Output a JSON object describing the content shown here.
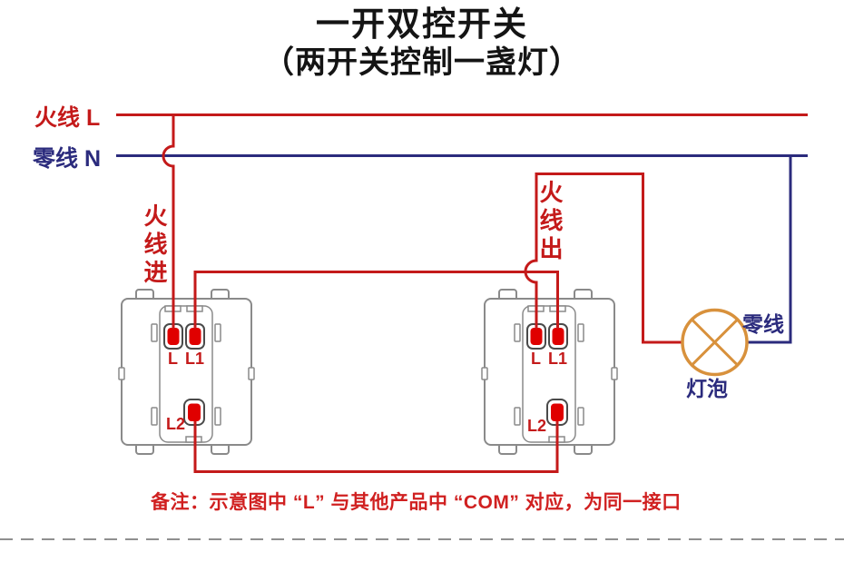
{
  "title": {
    "line1": "一开双控开关",
    "line2": "（两开关控制一盏灯）"
  },
  "bus_labels": {
    "live": "火线 L",
    "neutral": "零线 N"
  },
  "wire_labels": {
    "live_in": "火线进",
    "live_out": "火线出",
    "neutral_at_lamp": "零线",
    "lamp": "灯泡"
  },
  "switches": [
    {
      "terminals": {
        "l": "L",
        "l1": "L1",
        "l2": "L2"
      }
    },
    {
      "terminals": {
        "l": "L",
        "l1": "L1",
        "l2": "L2"
      }
    }
  ],
  "note": "备注：示意图中 “L” 与其他产品中 “COM” 对应，为同一接口",
  "colors": {
    "live_wire": "#c41a1a",
    "neutral_wire": "#2b2b7d",
    "terminal_red": "#e00000",
    "lamp_orange": "#d8913c",
    "outline_gray": "#8a8a8a",
    "text_red": "#d02020",
    "text_blue": "#2b2b7d"
  }
}
